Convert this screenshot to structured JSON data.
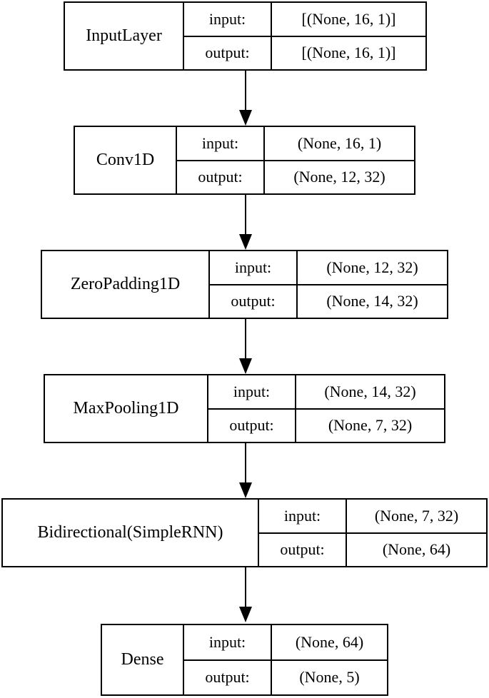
{
  "layers": [
    {
      "name": "InputLayer",
      "input_label": "input:",
      "input_value": "[(None, 16, 1)]",
      "output_label": "output:",
      "output_value": "[(None, 16, 1)]"
    },
    {
      "name": "Conv1D",
      "input_label": "input:",
      "input_value": "(None, 16, 1)",
      "output_label": "output:",
      "output_value": "(None, 12, 32)"
    },
    {
      "name": "ZeroPadding1D",
      "input_label": "input:",
      "input_value": "(None, 12, 32)",
      "output_label": "output:",
      "output_value": "(None, 14, 32)"
    },
    {
      "name": "MaxPooling1D",
      "input_label": "input:",
      "input_value": "(None, 14, 32)",
      "output_label": "output:",
      "output_value": "(None, 7, 32)"
    },
    {
      "name": "Bidirectional(SimpleRNN)",
      "input_label": "input:",
      "input_value": "(None, 7, 32)",
      "output_label": "output:",
      "output_value": "(None, 64)"
    },
    {
      "name": "Dense",
      "input_label": "input:",
      "input_value": "(None, 64)",
      "output_label": "output:",
      "output_value": "(None, 5)"
    }
  ]
}
